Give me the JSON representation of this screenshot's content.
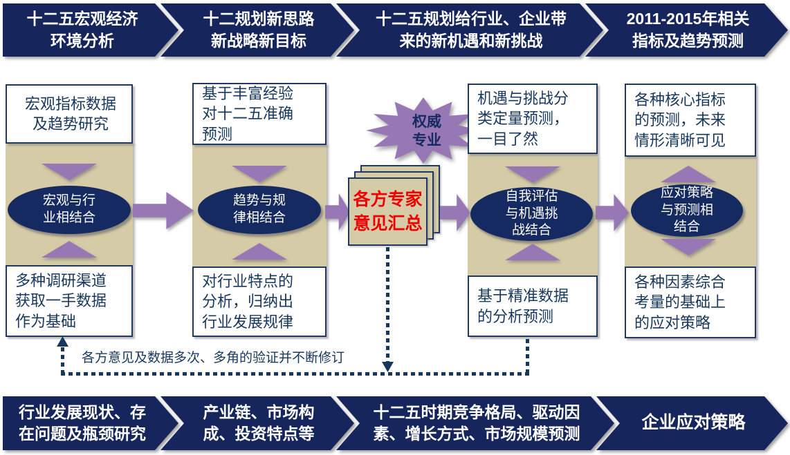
{
  "colors": {
    "navy": "#16265C",
    "tan": "#D5CBA7",
    "purple": "#9878B4",
    "ellipse": "#152A60",
    "border": "#1F3864",
    "text": "#17375D",
    "red": "#EE0000",
    "dotted": "#17375D"
  },
  "top_banners": [
    {
      "label": "十二五宏观经济\n环境分析"
    },
    {
      "label": "十二规划新思路\n新战略新目标"
    },
    {
      "label": "十二五规划给行业、企业带\n来的新机遇和新挑战"
    },
    {
      "label": "2011-2015年相关\n指标及趋势预测"
    }
  ],
  "bottom_banners": [
    {
      "label": "行业发展现状、存\n在问题及瓶颈研究"
    },
    {
      "label": "产业链、市场构\n成、投资特点等"
    },
    {
      "label": "十二五时期竞争格局、驱动因\n素、增长方式、市场规模预测"
    },
    {
      "label": "企业应对策略"
    }
  ],
  "columns": [
    {
      "top_box": "宏观指标数据\n及趋势研究",
      "ellipse": "宏观与行\n业相结合",
      "bottom_box": "多种调研渠道\n获取一手数据\n作为基础"
    },
    {
      "top_box": "基于丰富经验\n对十二五准确\n预测",
      "ellipse": "趋势与规\n律相结合",
      "bottom_box": "对行业特点的\n分析，归纳出\n行业发展规律"
    },
    {
      "top_box": "机遇与挑战分\n类定量预测，\n一目了然",
      "ellipse": "自我评估\n与机遇挑\n战结合",
      "bottom_box": "基于精准数据\n的分析预测"
    },
    {
      "top_box": "各种核心指标\n的预测，未来\n情形清晰可见",
      "ellipse": "应对策略\n与预测相\n结合",
      "bottom_box": "各种因素综合\n考量的基础上\n的应对策略"
    }
  ],
  "center": {
    "starburst_label": "权威\n专业",
    "pages_label": "各方专家\n意见汇总"
  },
  "feedback": {
    "label": "各方意见及数据多次、多角的验证并不断修订"
  }
}
